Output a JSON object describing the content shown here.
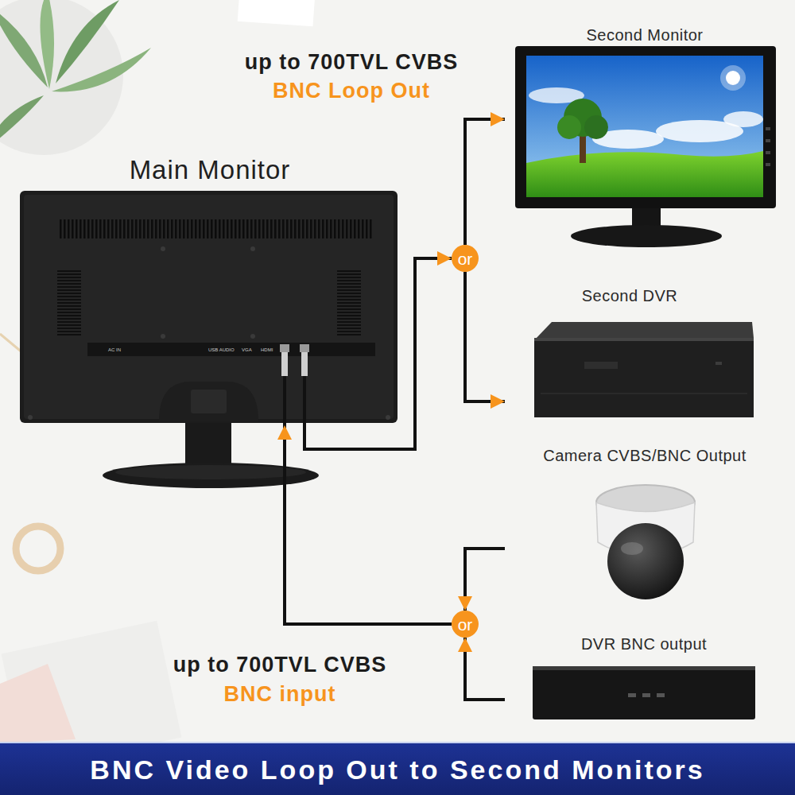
{
  "diagram": {
    "title": "BNC Video Loop Out to Second Monitors",
    "nodes": [
      {
        "text": [
          "Main Monitor"
        ]
      },
      {
        "text": [
          "or"
        ]
      },
      {
        "text": [
          "Second Monitor"
        ]
      },
      {
        "text": [
          "Second DVR"
        ]
      },
      {
        "text": [
          "Camera CVBS/BNC Output"
        ]
      },
      {
        "text": [
          "or"
        ]
      },
      {
        "text": [
          "DVR BNC output"
        ]
      }
    ],
    "edges": [
      {
        "from": 0,
        "to": 1,
        "arrow": "to"
      },
      {
        "from": 1,
        "to": 2,
        "arrow": "to"
      },
      {
        "from": 1,
        "to": 3,
        "arrow": "to"
      },
      {
        "from": 4,
        "to": 5,
        "arrow": "to"
      },
      {
        "from": 6,
        "to": 5,
        "arrow": "to"
      },
      {
        "from": 5,
        "to": 0,
        "arrow": "to"
      }
    ],
    "labels": [
      "up to 700TVL CVBS",
      "BNC Loop Out",
      "AC IN",
      "USB AUDIO",
      "VGA",
      "HDMI",
      "up to 700TVL CVBS",
      "BNC input"
    ]
  }
}
